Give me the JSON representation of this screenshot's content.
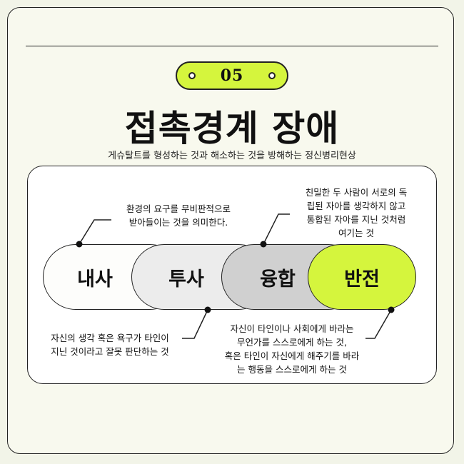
{
  "badge": {
    "number": "05"
  },
  "title": "접촉경계 장애",
  "subtitle": "게슈탈트를 형성하는 것과 해소하는 것을 방해하는 정신병리현상",
  "stages": [
    {
      "label": "내사"
    },
    {
      "label": "투사"
    },
    {
      "label": "융합"
    },
    {
      "label": "반전"
    }
  ],
  "notes": {
    "introjection": [
      "환경의 요구를 무비판적으로",
      "받아들이는 것을 의미한다."
    ],
    "confluence": [
      "친밀한 두 사람이 서로의 독",
      "립된 자아를 생각하지 않고",
      "통합된 자아를 지닌 것처럼",
      "여기는 것"
    ],
    "projection": [
      "자신의 생각 혹은 욕구가 타인이",
      "지닌 것이라고 잘못 판단하는 것"
    ],
    "retroflection": [
      "자신이 타인이나 사회에게 바라는",
      "무언가를 스스로에게 하는 것,",
      "혹은 타인이 자신에게 해주기를 바라",
      "는 행동을 스스로에게 하는 것"
    ]
  },
  "colors": {
    "accent": "#d5f53d",
    "background": "#f2f4e8",
    "ink": "#222222"
  }
}
